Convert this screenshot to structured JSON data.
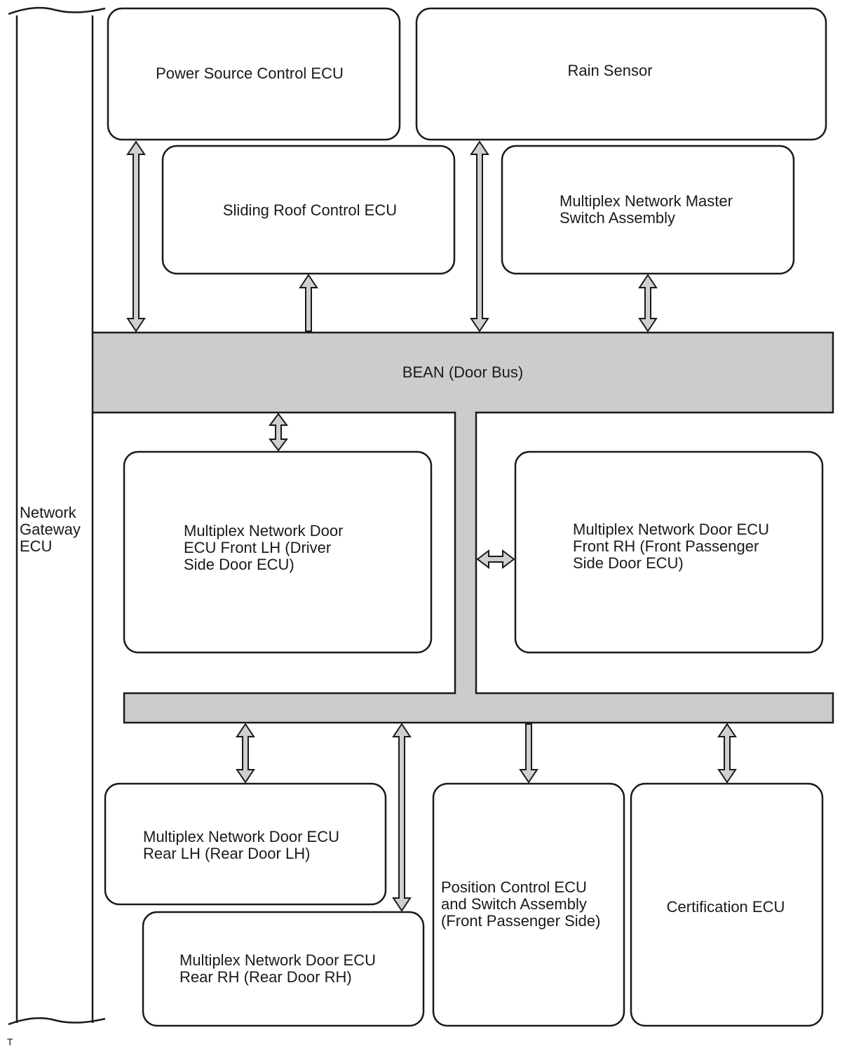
{
  "colors": {
    "stroke": "#1a1a1a",
    "bus_fill": "#cccccc",
    "arrow_fill": "#cfcfcf",
    "box_fill": "#ffffff"
  },
  "gateway": {
    "lines": [
      "Network",
      "Gateway",
      "ECU"
    ]
  },
  "bus": {
    "label": "BEAN (Door Bus)"
  },
  "boxes": {
    "power_source": {
      "lines": [
        "Power Source Control ECU"
      ]
    },
    "rain_sensor": {
      "lines": [
        "Rain Sensor"
      ]
    },
    "sliding_roof": {
      "lines": [
        "Sliding Roof Control ECU"
      ]
    },
    "master_switch": {
      "lines": [
        "Multiplex Network Master",
        "Switch Assembly"
      ]
    },
    "door_front_lh": {
      "lines": [
        "Multiplex Network Door",
        "ECU Front LH (Driver",
        "Side Door ECU)"
      ]
    },
    "door_front_rh": {
      "lines": [
        "Multiplex Network Door ECU",
        "Front RH (Front Passenger",
        "Side Door ECU)"
      ]
    },
    "door_rear_lh": {
      "lines": [
        "Multiplex Network Door ECU",
        "Rear LH (Rear Door LH)"
      ]
    },
    "door_rear_rh": {
      "lines": [
        "Multiplex Network Door ECU",
        "Rear RH (Rear Door RH)"
      ]
    },
    "position_control": {
      "lines": [
        "Position Control ECU",
        "and Switch Assembly",
        "(Front Passenger Side)"
      ]
    },
    "certification": {
      "lines": [
        "Certification ECU"
      ]
    }
  },
  "corner_mark": "T"
}
